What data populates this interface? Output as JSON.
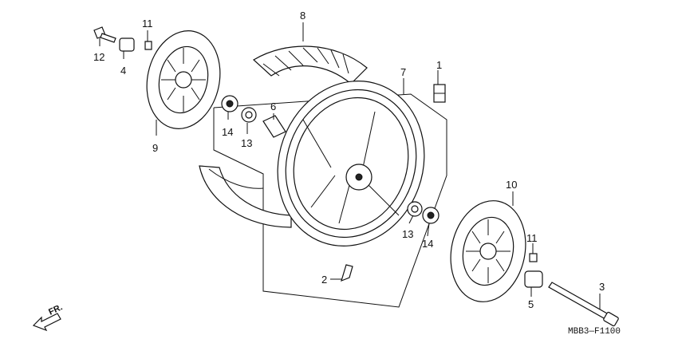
{
  "diagram": {
    "callouts": [
      {
        "id": "c1",
        "text": "1"
      },
      {
        "id": "c2",
        "text": "2"
      },
      {
        "id": "c3",
        "text": "3"
      },
      {
        "id": "c4",
        "text": "4"
      },
      {
        "id": "c5",
        "text": "5"
      },
      {
        "id": "c6",
        "text": "6"
      },
      {
        "id": "c7",
        "text": "7"
      },
      {
        "id": "c8",
        "text": "8"
      },
      {
        "id": "c9",
        "text": "9"
      },
      {
        "id": "c10",
        "text": "10"
      },
      {
        "id": "c11a",
        "text": "11"
      },
      {
        "id": "c11b",
        "text": "11"
      },
      {
        "id": "c12",
        "text": "12"
      },
      {
        "id": "c13a",
        "text": "13"
      },
      {
        "id": "c13b",
        "text": "13"
      },
      {
        "id": "c14a",
        "text": "14"
      },
      {
        "id": "c14b",
        "text": "14"
      }
    ],
    "direction_label": "FR.",
    "drawing_code": "MBB3—F1100"
  }
}
